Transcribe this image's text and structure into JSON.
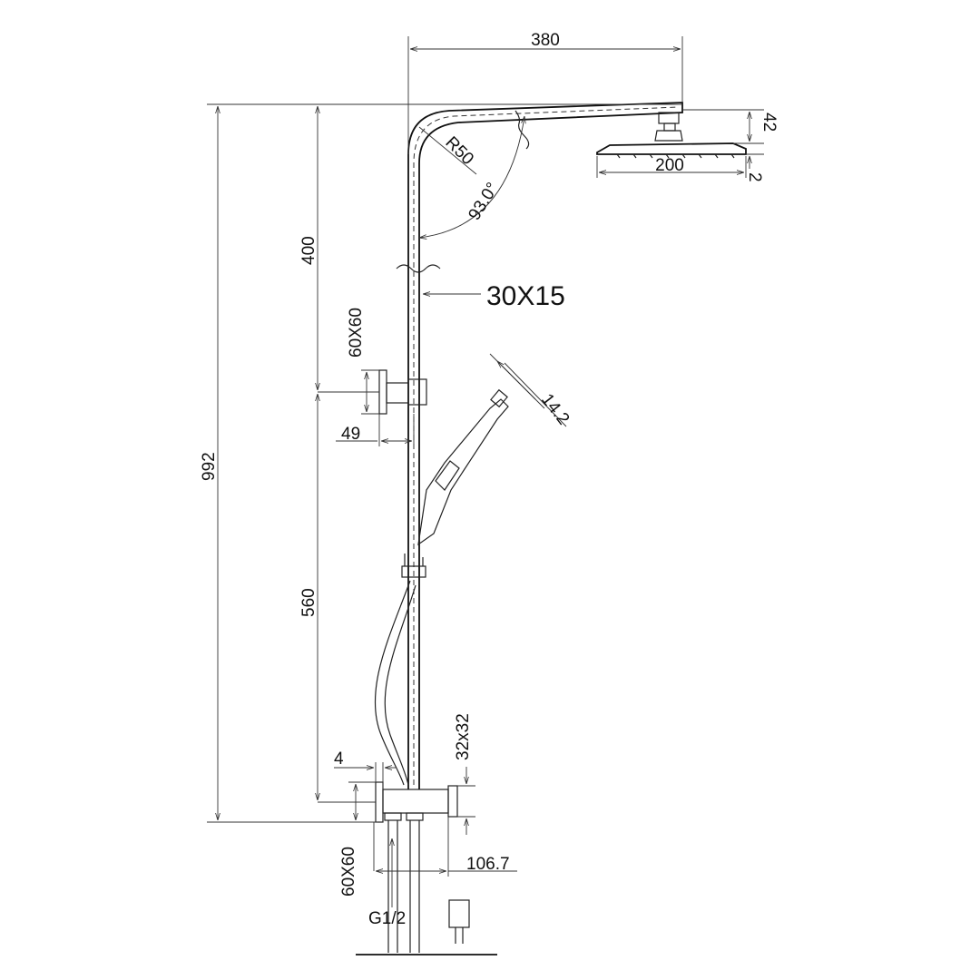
{
  "labels": {
    "arm_length": "380",
    "head_thickness": "42",
    "head_diameter": "200",
    "head_edge": "2",
    "bend_radius": "R50",
    "arm_angle": "93.0°",
    "upper_section": "400",
    "pipe_section": "30X15",
    "bracket_size": "60X60",
    "bracket_offset": "49",
    "total_height": "992",
    "lower_section": "560",
    "hand_shower_head": "14.2",
    "mixer_size": "32x32",
    "mixer_offset": "4",
    "mixer_base_size": "60X60",
    "mixer_depth": "106.7",
    "inlet_thread": "G1/2"
  },
  "colors": {
    "line": "#222222",
    "background": "#ffffff"
  }
}
